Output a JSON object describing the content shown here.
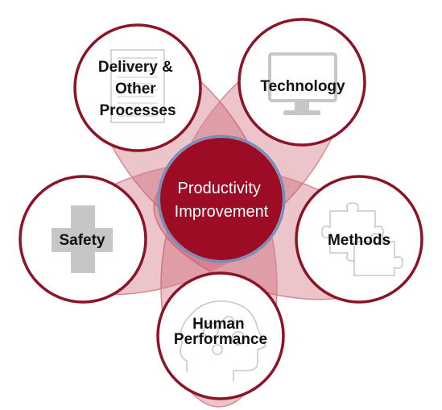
{
  "diagram": {
    "center": {
      "lines": [
        "Productivity",
        "Improvement"
      ]
    },
    "satellites": [
      {
        "id": "delivery",
        "lines": [
          "Delivery &",
          "Other",
          "Processes"
        ],
        "icon": "document-icon"
      },
      {
        "id": "technology",
        "lines": [
          "Technology"
        ],
        "icon": "monitor-icon"
      },
      {
        "id": "methods",
        "lines": [
          "Methods"
        ],
        "icon": "puzzle-icon"
      },
      {
        "id": "human",
        "lines": [
          "Human",
          "Performance"
        ],
        "icon": "brain-gears-icon"
      },
      {
        "id": "safety",
        "lines": [
          "Safety"
        ],
        "icon": "cross-icon"
      }
    ]
  },
  "colors": {
    "petal_fill": "#c44b5d",
    "petal_stroke": "#d88793",
    "circle_border": "#8b1426",
    "center_fill": "#9c0d25",
    "center_ring": "#6f8fc0",
    "icon_gray": "#c6c6c6"
  }
}
